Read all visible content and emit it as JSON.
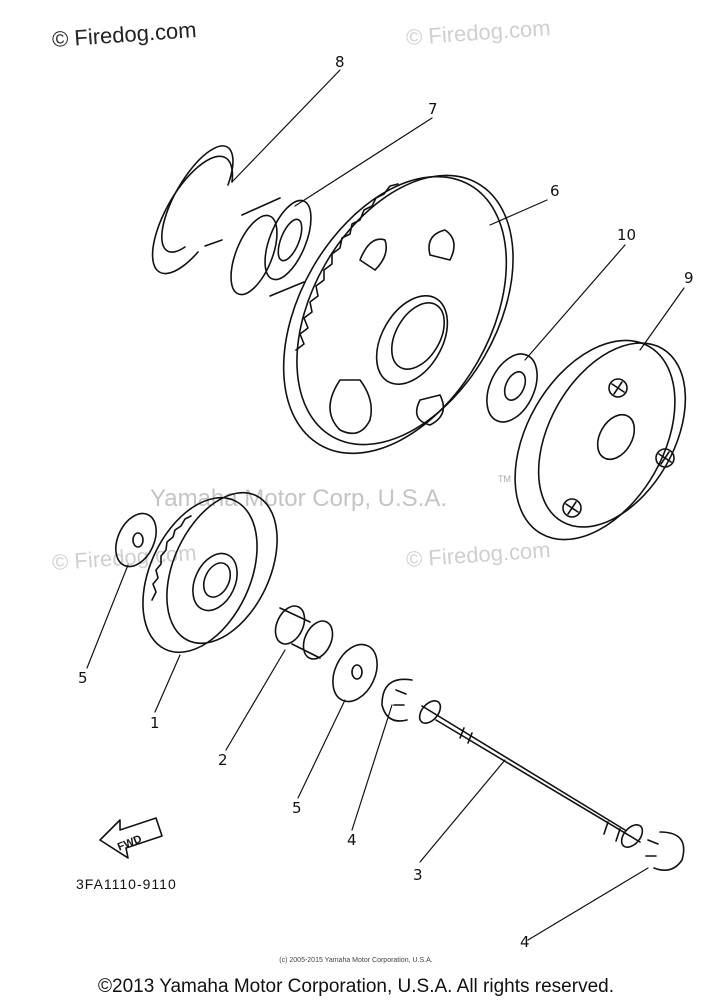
{
  "watermarks": {
    "top_left": "© Firedog.com",
    "top_right": "© Firedog.com",
    "center": "Yamaha Motor Corp, U.S.A.",
    "tm": "TM",
    "mid_left": "© Firedog.com",
    "mid_right": "© Firedog.com"
  },
  "callouts": [
    "8",
    "7",
    "6",
    "10",
    "9",
    "5",
    "1",
    "2",
    "5",
    "4",
    "3",
    "4"
  ],
  "fwd_label": "FWD",
  "part_code": "3FA1110-9110",
  "small_copyright": "(c) 2005-2015 Yamaha Motor Corporation, U.S.A.",
  "copyright": "©2013 Yamaha Motor Corporation, U.S.A. All rights reserved."
}
